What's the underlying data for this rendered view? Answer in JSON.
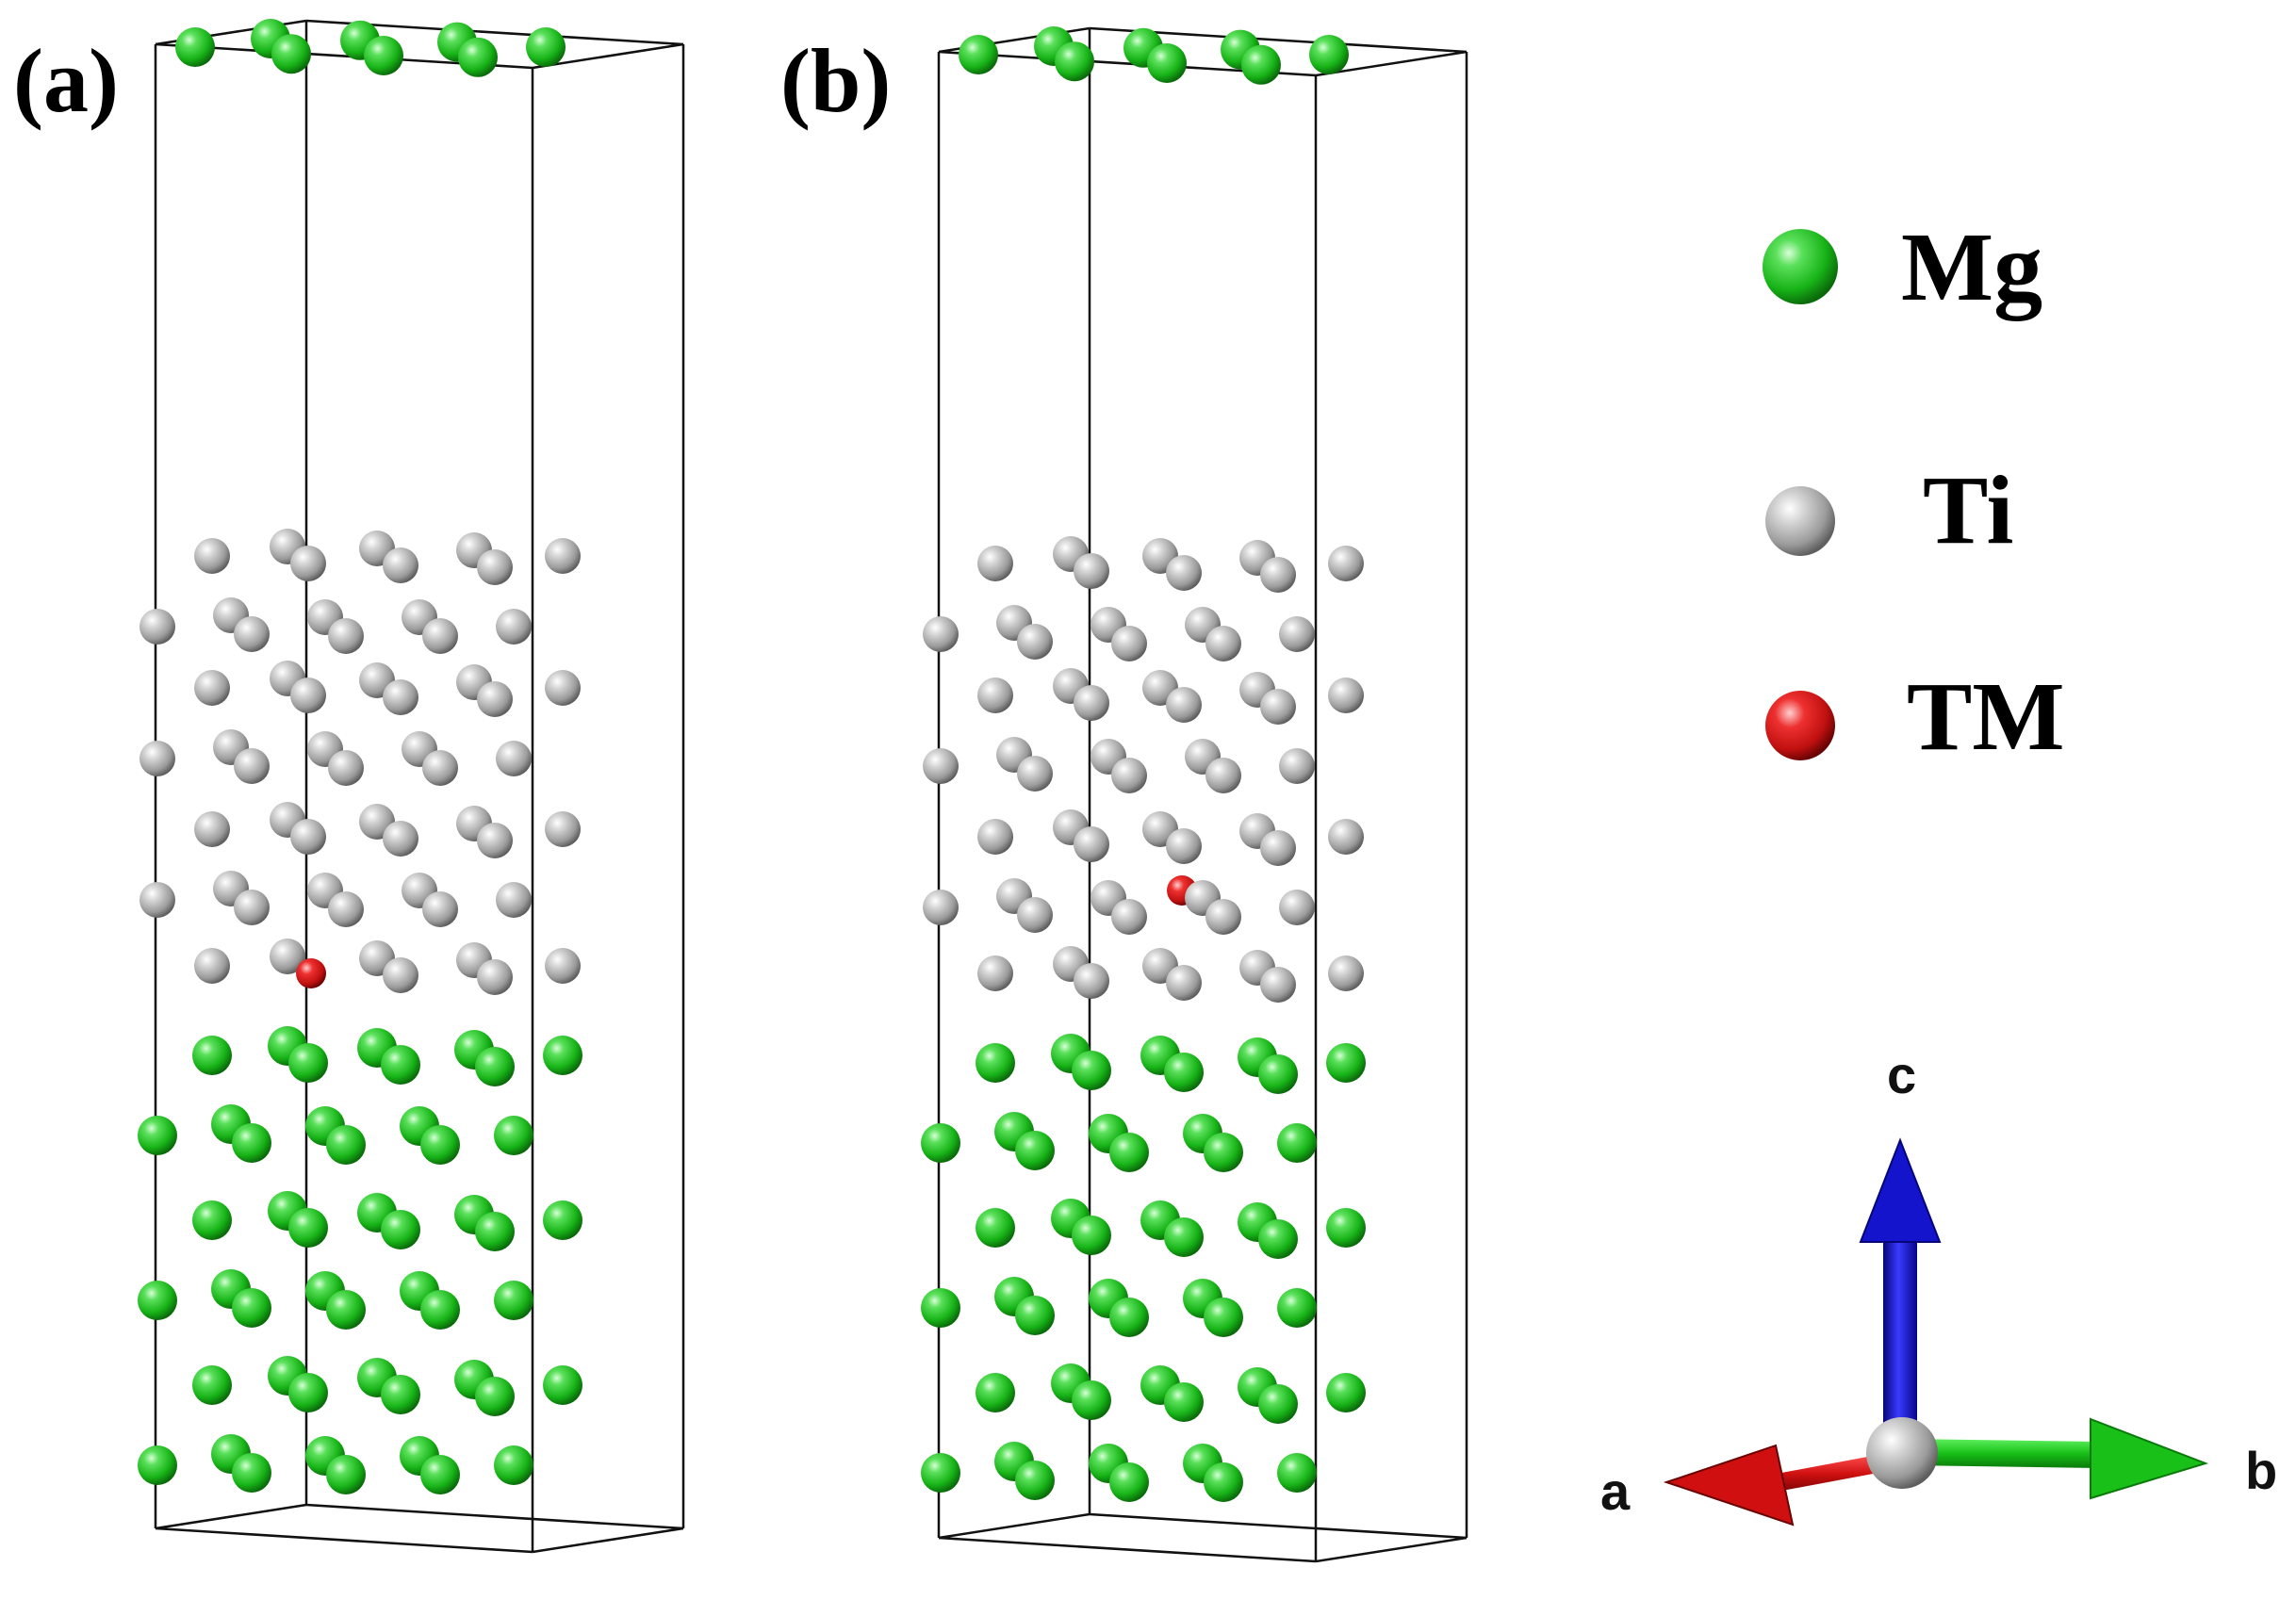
{
  "panels": [
    {
      "label": "(a)",
      "tm_site": "layer-1"
    },
    {
      "label": "(b)",
      "tm_site": "layer-2"
    }
  ],
  "legend": [
    {
      "label": "Mg",
      "color": "#1ec51e",
      "icon": "mg-atom-icon"
    },
    {
      "label": "Ti",
      "color": "#b9b9b9",
      "icon": "ti-atom-icon"
    },
    {
      "label": "TM",
      "color": "#e01818",
      "icon": "tm-atom-icon"
    }
  ],
  "axes": {
    "c": {
      "label": "c",
      "color": "#1414cc"
    },
    "a": {
      "label": "a",
      "color": "#d01010"
    },
    "b": {
      "label": "b",
      "color": "#18c018"
    }
  }
}
